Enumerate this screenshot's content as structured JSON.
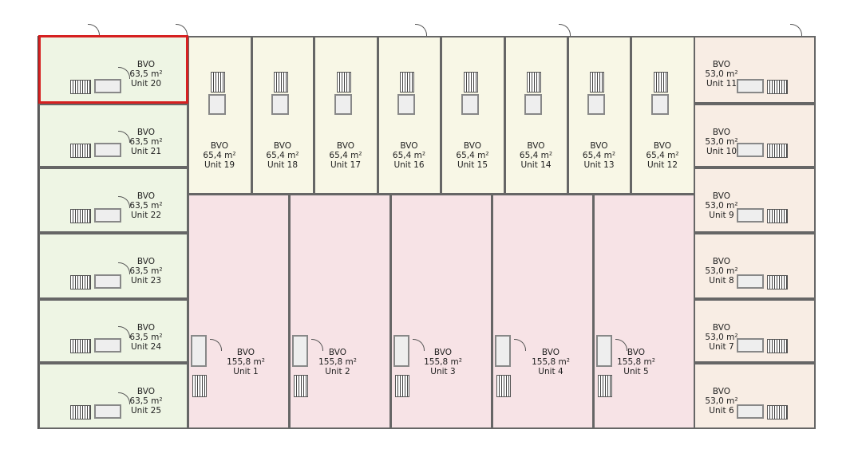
{
  "highlight_color": "#d62020",
  "colors": {
    "green": "#eef5e4",
    "cream": "#f8f7e6",
    "pink": "#f7e3e6",
    "peach": "#f8ede4"
  },
  "units": [
    {
      "id": "20",
      "type": "BVO",
      "area": "63,5 m²",
      "name": "Unit 20",
      "zone": "green",
      "selected": true
    },
    {
      "id": "21",
      "type": "BVO",
      "area": "63,5 m²",
      "name": "Unit 21",
      "zone": "green"
    },
    {
      "id": "22",
      "type": "BVO",
      "area": "63,5 m²",
      "name": "Unit 22",
      "zone": "green"
    },
    {
      "id": "23",
      "type": "BVO",
      "area": "63,5 m²",
      "name": "Unit 23",
      "zone": "green"
    },
    {
      "id": "24",
      "type": "BVO",
      "area": "63,5 m²",
      "name": "Unit 24",
      "zone": "green"
    },
    {
      "id": "25",
      "type": "BVO",
      "area": "63,5 m²",
      "name": "Unit 25",
      "zone": "green"
    },
    {
      "id": "19",
      "type": "BVO",
      "area": "65,4 m²",
      "name": "Unit 19",
      "zone": "cream"
    },
    {
      "id": "18",
      "type": "BVO",
      "area": "65,4 m²",
      "name": "Unit 18",
      "zone": "cream"
    },
    {
      "id": "17",
      "type": "BVO",
      "area": "65,4 m²",
      "name": "Unit 17",
      "zone": "cream"
    },
    {
      "id": "16",
      "type": "BVO",
      "area": "65,4 m²",
      "name": "Unit 16",
      "zone": "cream"
    },
    {
      "id": "15",
      "type": "BVO",
      "area": "65,4 m²",
      "name": "Unit 15",
      "zone": "cream"
    },
    {
      "id": "14",
      "type": "BVO",
      "area": "65,4 m²",
      "name": "Unit 14",
      "zone": "cream"
    },
    {
      "id": "13",
      "type": "BVO",
      "area": "65,4 m²",
      "name": "Unit 13",
      "zone": "cream"
    },
    {
      "id": "12",
      "type": "BVO",
      "area": "65,4 m²",
      "name": "Unit 12",
      "zone": "cream"
    },
    {
      "id": "1",
      "type": "BVO",
      "area": "155,8 m²",
      "name": "Unit 1",
      "zone": "pink"
    },
    {
      "id": "2",
      "type": "BVO",
      "area": "155,8 m²",
      "name": "Unit 2",
      "zone": "pink"
    },
    {
      "id": "3",
      "type": "BVO",
      "area": "155,8 m²",
      "name": "Unit 3",
      "zone": "pink"
    },
    {
      "id": "4",
      "type": "BVO",
      "area": "155,8 m²",
      "name": "Unit 4",
      "zone": "pink"
    },
    {
      "id": "5",
      "type": "BVO",
      "area": "155,8 m²",
      "name": "Unit 5",
      "zone": "pink"
    },
    {
      "id": "11",
      "type": "BVO",
      "area": "53,0 m²",
      "name": "Unit 11",
      "zone": "peach"
    },
    {
      "id": "10",
      "type": "BVO",
      "area": "53,0 m²",
      "name": "Unit 10",
      "zone": "peach"
    },
    {
      "id": "9",
      "type": "BVO",
      "area": "53,0 m²",
      "name": "Unit 9",
      "zone": "peach"
    },
    {
      "id": "8",
      "type": "BVO",
      "area": "53,0 m²",
      "name": "Unit 8",
      "zone": "peach"
    },
    {
      "id": "7",
      "type": "BVO",
      "area": "53,0 m²",
      "name": "Unit 7",
      "zone": "peach"
    },
    {
      "id": "6",
      "type": "BVO",
      "area": "53,0 m²",
      "name": "Unit 6",
      "zone": "peach"
    }
  ]
}
